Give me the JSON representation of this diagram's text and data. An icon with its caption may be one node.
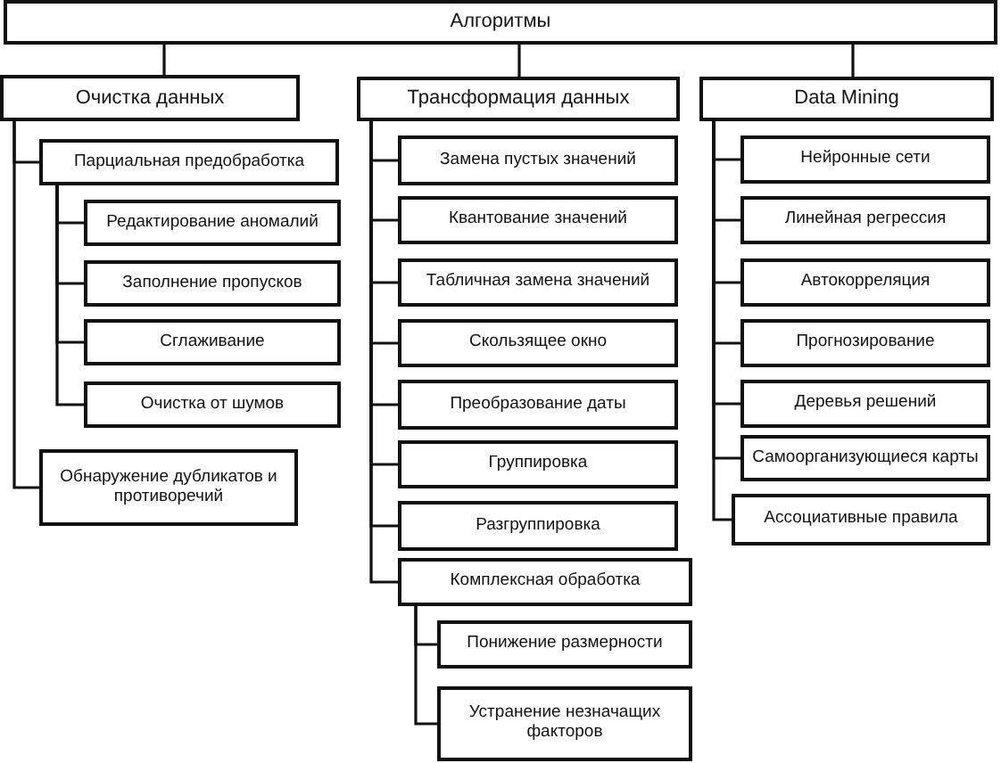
{
  "diagram": {
    "nodes": [
      {
        "text": [
          "Алгоритмы"
        ]
      },
      {
        "text": [
          "Очистка данных"
        ]
      },
      {
        "text": [
          "Парциальная предобработка"
        ]
      },
      {
        "text": [
          "Редактирование аномалий"
        ]
      },
      {
        "text": [
          "Заполнение пропусков"
        ]
      },
      {
        "text": [
          "Сглаживание"
        ]
      },
      {
        "text": [
          "Очистка от шумов"
        ]
      },
      {
        "text": [
          "Обнаружение дубликатов и противоречий"
        ]
      },
      {
        "text": [
          "Трансформация данных"
        ]
      },
      {
        "text": [
          "Замена пустых значений"
        ]
      },
      {
        "text": [
          "Квантование значений"
        ]
      },
      {
        "text": [
          "Табличная замена значений"
        ]
      },
      {
        "text": [
          "Скользящее окно"
        ]
      },
      {
        "text": [
          "Преобразование даты"
        ]
      },
      {
        "text": [
          "Группировка"
        ]
      },
      {
        "text": [
          "Разгруппировка"
        ]
      },
      {
        "text": [
          "Комплексная обработка"
        ]
      },
      {
        "text": [
          "Понижение размерности"
        ]
      },
      {
        "text": [
          "Устранение незначащих факторов"
        ]
      },
      {
        "text": [
          "Data Mining"
        ]
      },
      {
        "text": [
          "Нейронные сети"
        ]
      },
      {
        "text": [
          "Линейная регрессия"
        ]
      },
      {
        "text": [
          "Автокорреляция"
        ]
      },
      {
        "text": [
          "Прогнозирование"
        ]
      },
      {
        "text": [
          "Деревья решений"
        ]
      },
      {
        "text": [
          "Самоорганизующиеся карты"
        ]
      },
      {
        "text": [
          "Ассоциативные правила"
        ]
      }
    ],
    "edges": [
      {
        "from": 0,
        "to": 1,
        "arrow": "none"
      },
      {
        "from": 0,
        "to": 8,
        "arrow": "none"
      },
      {
        "from": 0,
        "to": 19,
        "arrow": "none"
      },
      {
        "from": 1,
        "to": 2,
        "arrow": "none"
      },
      {
        "from": 2,
        "to": 3,
        "arrow": "none"
      },
      {
        "from": 2,
        "to": 4,
        "arrow": "none"
      },
      {
        "from": 2,
        "to": 5,
        "arrow": "none"
      },
      {
        "from": 2,
        "to": 6,
        "arrow": "none"
      },
      {
        "from": 1,
        "to": 7,
        "arrow": "none"
      },
      {
        "from": 8,
        "to": 9,
        "arrow": "none"
      },
      {
        "from": 8,
        "to": 10,
        "arrow": "none"
      },
      {
        "from": 8,
        "to": 11,
        "arrow": "none"
      },
      {
        "from": 8,
        "to": 12,
        "arrow": "none"
      },
      {
        "from": 8,
        "to": 13,
        "arrow": "none"
      },
      {
        "from": 8,
        "to": 14,
        "arrow": "none"
      },
      {
        "from": 8,
        "to": 15,
        "arrow": "none"
      },
      {
        "from": 8,
        "to": 16,
        "arrow": "none"
      },
      {
        "from": 16,
        "to": 17,
        "arrow": "none"
      },
      {
        "from": 16,
        "to": 18,
        "arrow": "none"
      },
      {
        "from": 19,
        "to": 20,
        "arrow": "none"
      },
      {
        "from": 19,
        "to": 21,
        "arrow": "none"
      },
      {
        "from": 19,
        "to": 22,
        "arrow": "none"
      },
      {
        "from": 19,
        "to": 23,
        "arrow": "none"
      },
      {
        "from": 19,
        "to": 24,
        "arrow": "none"
      },
      {
        "from": 19,
        "to": 25,
        "arrow": "none"
      },
      {
        "from": 19,
        "to": 26,
        "arrow": "none"
      }
    ]
  }
}
